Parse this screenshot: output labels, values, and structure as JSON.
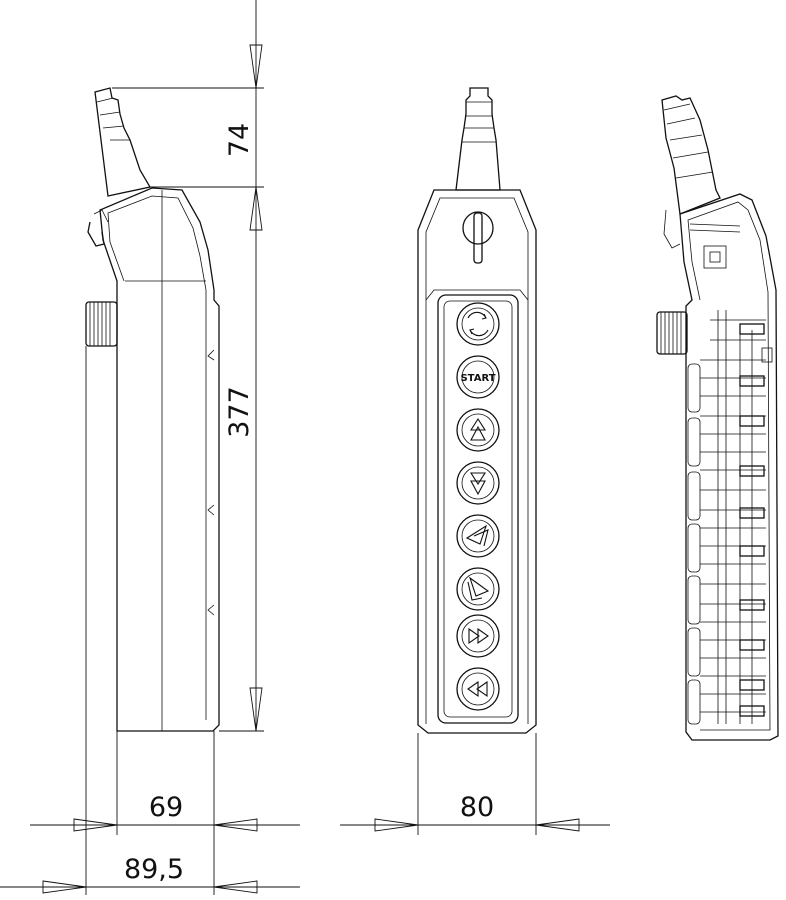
{
  "dimensions": {
    "cable_length": "74",
    "body_height": "377",
    "depth": "69",
    "depth_with_knob": "89,5",
    "width": "80"
  },
  "buttons": [
    {
      "name": "rotate-button",
      "label": "",
      "symbol": "rotate-icon"
    },
    {
      "name": "start-button",
      "label": "START",
      "symbol": ""
    },
    {
      "name": "up-button",
      "label": "",
      "symbol": "arrow-up-icon"
    },
    {
      "name": "down-button",
      "label": "",
      "symbol": "arrow-down-icon"
    },
    {
      "name": "diag-left-button",
      "label": "",
      "symbol": "arrow-diag-left-icon"
    },
    {
      "name": "diag-right-button",
      "label": "",
      "symbol": "arrow-diag-right-icon"
    },
    {
      "name": "forward-button",
      "label": "",
      "symbol": "fast-forward-icon"
    },
    {
      "name": "rewind-button",
      "label": "",
      "symbol": "rewind-icon"
    }
  ]
}
